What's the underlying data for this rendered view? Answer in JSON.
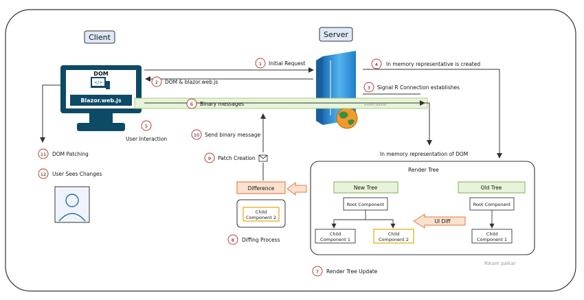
{
  "headers": {
    "client": "Client",
    "server": "Server"
  },
  "monitor": {
    "dom": "DOM",
    "script": "Blazor.web.js"
  },
  "steps": {
    "s1": {
      "num": "1",
      "label": "Initial Request"
    },
    "s2": {
      "num": "2",
      "label": "DOM & blazor.web.js"
    },
    "s3": {
      "num": "3",
      "label": "Signal R Connection establishes"
    },
    "s4": {
      "num": "4",
      "label": "In memory representative is created"
    },
    "s5": {
      "num": "5",
      "label": "User Interaction"
    },
    "s6": {
      "num": "6",
      "label": "Binary messages"
    },
    "s7": {
      "num": "7",
      "label": "Render Tree Update"
    },
    "s8": {
      "num": "8",
      "label": "Diffing Process"
    },
    "s9": {
      "num": "9",
      "label": "Patch Creation"
    },
    "s10": {
      "num": "10",
      "label": "Send binary message"
    },
    "s11": {
      "num": "11",
      "label": "DOM Patching"
    },
    "s12": {
      "num": "12",
      "label": "User Sees Changes"
    }
  },
  "memory_label": "In memory representation of DOM",
  "render_tree": {
    "title": "Render Tree",
    "new_tree": "New Tree",
    "old_tree": "Old Tree",
    "root": "Root Component",
    "child1": [
      "Child",
      "Component 1"
    ],
    "child2": [
      "Child",
      "Component 2"
    ],
    "ui_diff": "UI Diff"
  },
  "difference": {
    "title": "Difference",
    "child": [
      "Child",
      "Component 2"
    ]
  },
  "watermarks": {
    "author": "Rikam palkar",
    "tiny": "Rikam palkar"
  },
  "colors": {
    "monitor": "#0d4a66",
    "server": "#2a8fd6",
    "green_box": "#e7f4d9",
    "orange": "#e07a3a",
    "yellow": "#f0c419",
    "header_blue": "#dfe9f7"
  }
}
